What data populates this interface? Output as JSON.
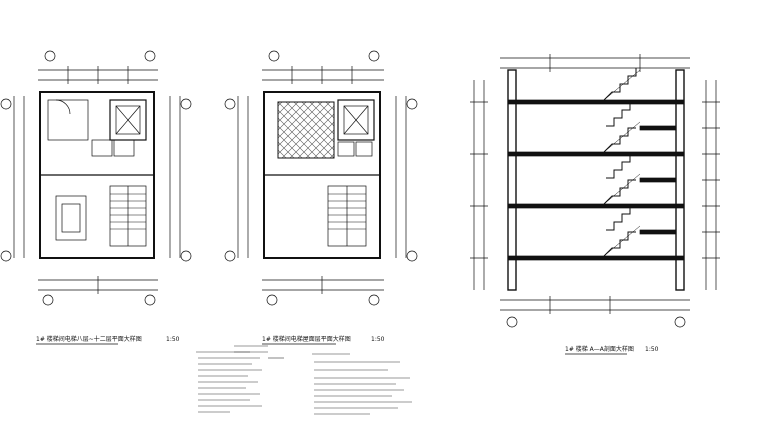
{
  "colors": {
    "line": "#111111",
    "hatch": "#555555",
    "paper": "#ffffff"
  },
  "plans": [
    {
      "title": "1# 楼梯间电梯八层~十二层平面大样图",
      "scale": "1:50"
    },
    {
      "title": "1# 楼梯间电梯屋面层平面大样图",
      "scale": "1:50"
    },
    {
      "title": "1# 楼梯  A—A剖面大样图",
      "scale": "1:50"
    }
  ],
  "notes_middle": {
    "lines": [
      "",
      "",
      "",
      "",
      "",
      "",
      "",
      "",
      "",
      "",
      "",
      "",
      ""
    ]
  },
  "notes_right": {
    "lines": [
      "",
      "",
      "",
      "",
      "",
      "",
      "",
      "",
      "",
      "",
      ""
    ]
  }
}
